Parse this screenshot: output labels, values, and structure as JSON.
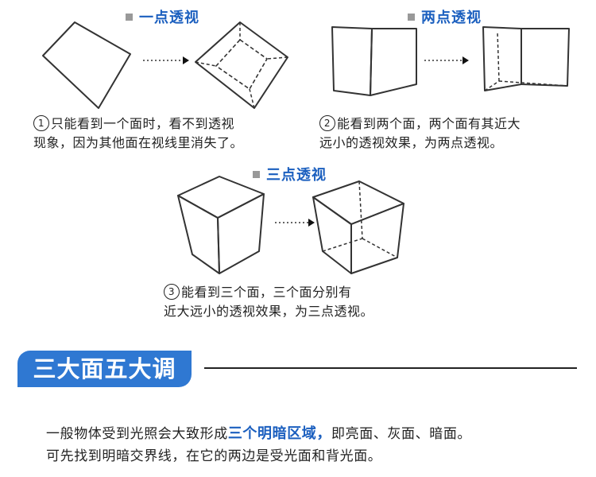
{
  "one_point": {
    "title": "一点透视",
    "num": "1",
    "line1": "只能看到一个面时，看不到透视",
    "line2": "现象，因为其他面在视线里消失了。"
  },
  "two_point": {
    "title": "两点透视",
    "num": "2",
    "line1": "能看到两个面，两个面有其近大",
    "line2": "远小的透视效果，为两点透视。"
  },
  "three_point": {
    "title": "三点透视",
    "num": "3",
    "line1": "能看到三个面，三个面分别有",
    "line2": "近大远小的透视效果，为三点透视。"
  },
  "section": {
    "title": "三大面五大调"
  },
  "paragraph": {
    "line1_pre": "一般物体受到光照会大致形成",
    "line1_hl": "三个明暗区域，",
    "line1_post": "即亮面、灰面、暗面。",
    "line2": "可先找到明暗交界线，在它的两边是受光面和背光面。"
  },
  "colors": {
    "accent": "#1b5fbf",
    "banner": "#2f78d2",
    "bullet": "#999999"
  },
  "icons": [
    "arrow-right-icon",
    "square-bullet-icon"
  ]
}
